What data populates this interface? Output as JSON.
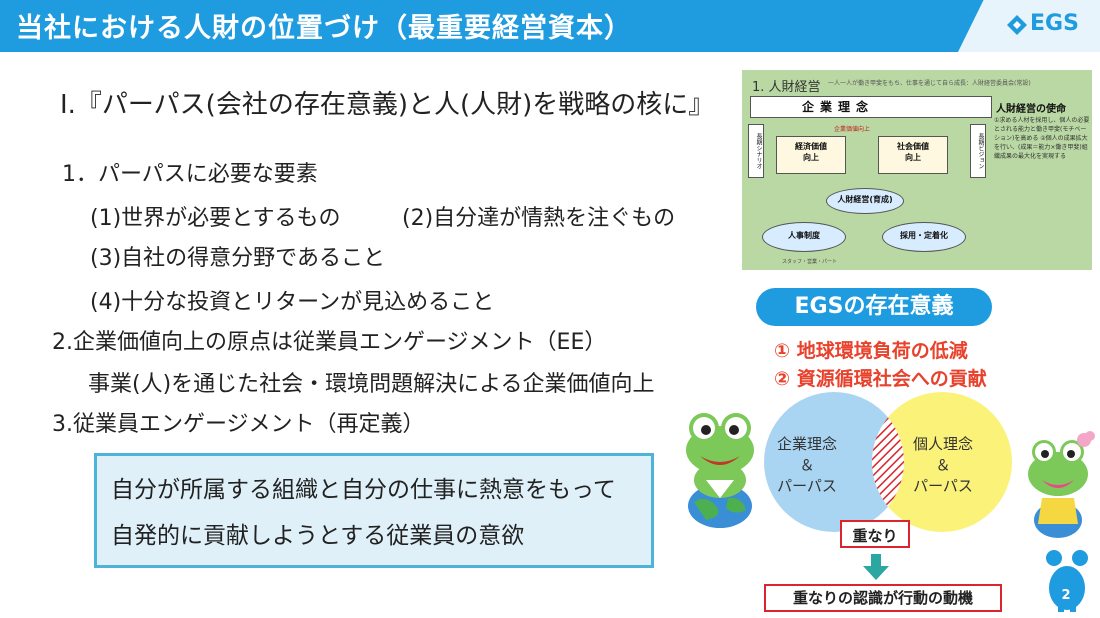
{
  "header": {
    "title": "当社における人財の位置づけ（最重要経営資本）",
    "logo_text": "EGS",
    "brand_color": "#1f9be0"
  },
  "main": {
    "heading": "Ⅰ.『パーパス(会社の存在意義)と人(人財)を戦略の核に』",
    "section1": {
      "title": "1．パーパスに必要な要素",
      "items": [
        "(1)世界が必要とするもの",
        "(2)自分達が情熱を注ぐもの",
        "(3)自社の得意分野であること",
        "(4)十分な投資とリターンが見込めること"
      ]
    },
    "section2": {
      "title": "2.企業価値向上の原点は従業員エンゲージメント（EE）",
      "detail": "事業(人)を通じた社会・環境問題解決による企業価値向上"
    },
    "section3": {
      "title": "3.従業員エンゲージメント（再定義）"
    },
    "definition": {
      "line1": "自分が所属する組織と自分の仕事に熱意をもって",
      "line2": "自発的に貢献しようとする従業員の意欲"
    }
  },
  "thumbnail": {
    "title": "1. 人財経営",
    "subtitle": "一人一人が働き甲斐をもち、仕事を通じて自ら成長：人財経営委員会(常設)",
    "banner": "企業理念",
    "left_vertical": "長期シナリオ",
    "right_vertical": "長期ビジョン",
    "value_label": "企業価値向上",
    "econ": "経済価値\n向上",
    "social": "社会価値\n向上",
    "core": "人財経営(育成)",
    "hr": "人事制度",
    "recruit": "採用・定着化",
    "mission_title": "人財経営の使命",
    "mission_text": "①求める人材を採用し、個人の必要とされる能力と働き甲斐(モチベーション)を高める ②個人の成果拡大を行い、(成果＝能力×働き甲斐)組織成果の最大化を実現する",
    "footer": "スタッフ・営業・パート"
  },
  "purpose": {
    "title": "EGSの存在意義",
    "items": [
      "① 地球環境負荷の低減",
      "② 資源循環社会への貢献"
    ],
    "accent_color": "#e8412c"
  },
  "venn": {
    "left": "企業理念\n＆\nパーパス",
    "right": "個人理念\n＆\nパーパス",
    "overlap": "重なり",
    "conclusion": "重なりの認識が行動の動機",
    "left_color": "#a9d4f2",
    "right_color": "#fbf27a"
  },
  "page_number": "2"
}
